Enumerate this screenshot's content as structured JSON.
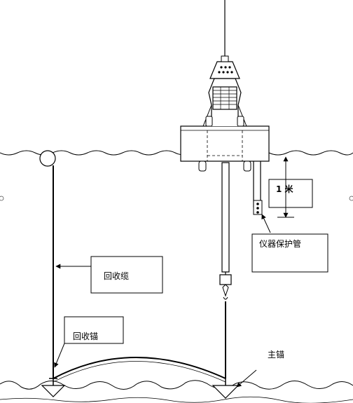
{
  "labels": {
    "recovery_cable": "回收缆",
    "recovery_anchor": "回收锚",
    "instrument_tube": "仪器保护管",
    "one_meter": "1 米",
    "main_anchor": "主锚"
  }
}
